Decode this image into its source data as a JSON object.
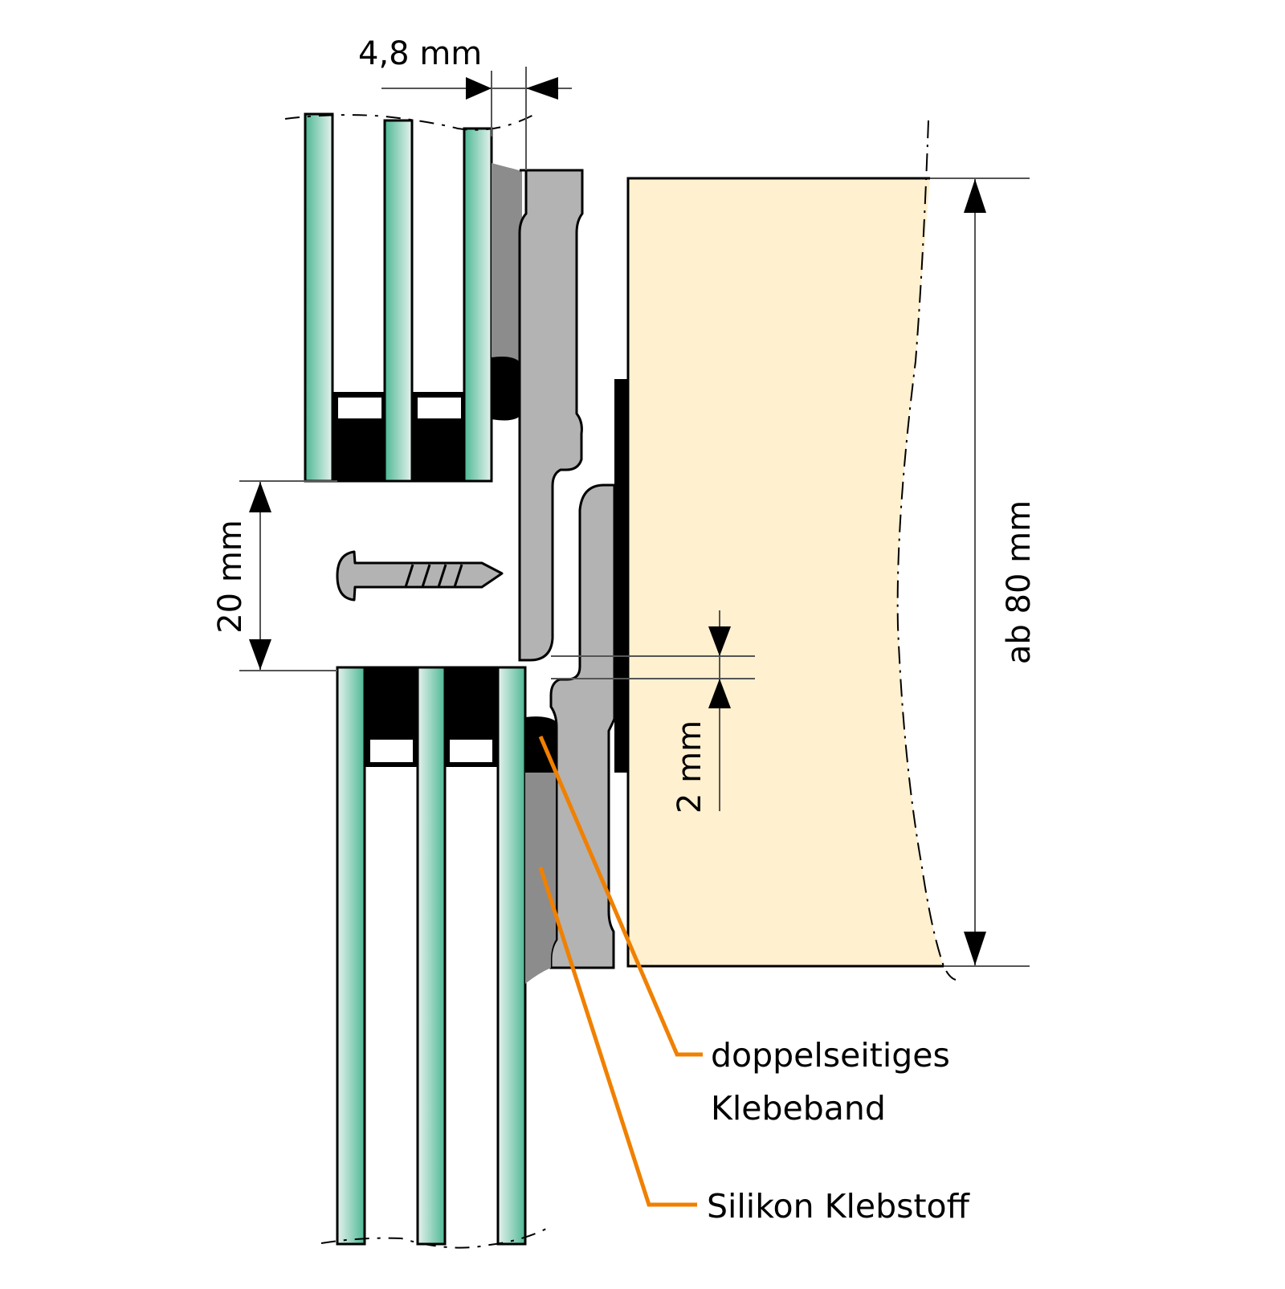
{
  "title": "Montage Glasscheiben-Halter auf Holz (Schnittdarstellung)",
  "colors": {
    "glass_dark": "#4db894",
    "glass_light": "#e6f2ee",
    "clip_gray": "#b3b3b3",
    "silicone_gray": "#8c8c8c",
    "wood": "#fff0cf",
    "leader_orange": "#f08000",
    "outline": "#000000"
  },
  "dimensions": {
    "clip_gap": "4,8 mm",
    "pane_gap": "20 mm",
    "clearance": "2 mm",
    "wood_height": "ab 80 mm"
  },
  "callouts": {
    "tape_line1": "doppelseitiges",
    "tape_line2": "Klebeband",
    "silicone": "Silikon Klebstoff"
  },
  "components": [
    {
      "name": "upper-glass-unit",
      "icon": "triple-glazing"
    },
    {
      "name": "lower-glass-unit",
      "icon": "triple-glazing"
    },
    {
      "name": "upper-clip",
      "icon": "aluminium-profile"
    },
    {
      "name": "lower-clip",
      "icon": "aluminium-profile"
    },
    {
      "name": "nail",
      "icon": "nail-icon"
    },
    {
      "name": "wood-beam",
      "icon": "wood-section"
    },
    {
      "name": "tape-strip",
      "icon": "double-sided-tape"
    }
  ]
}
